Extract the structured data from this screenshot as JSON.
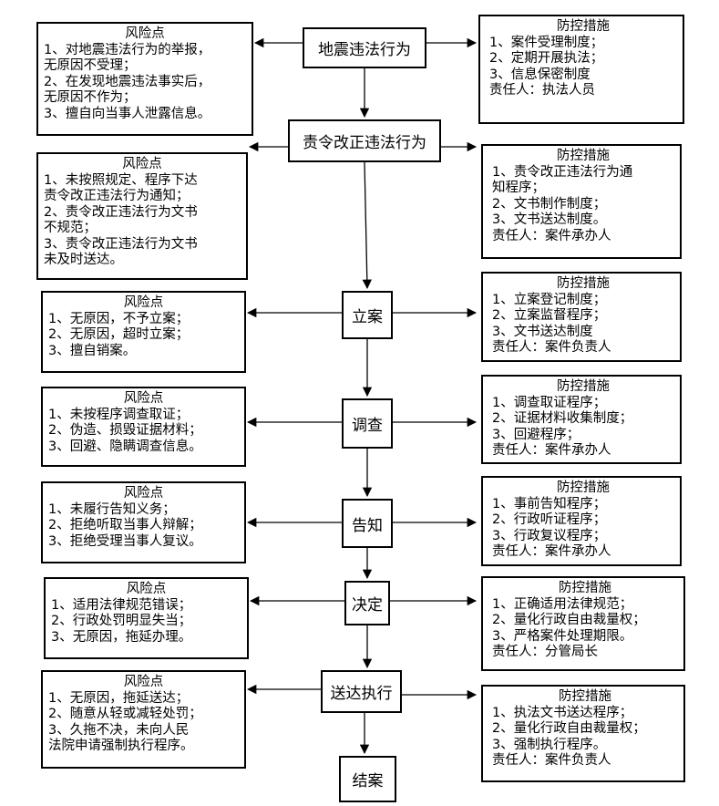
{
  "steps": [
    {
      "label": "地震违法行为"
    },
    {
      "label": "责令改正违法行为"
    },
    {
      "label": "立案"
    },
    {
      "label": "调查"
    },
    {
      "label": "告知"
    },
    {
      "label": "决定"
    },
    {
      "label": "送达执行"
    },
    {
      "label": "结案"
    }
  ],
  "risks": [
    {
      "title": "风险点",
      "lines": [
        "1、对地震违法行为的举报，",
        "无原因不受理；",
        "2、在发现地震违法事实后，",
        "无原因不作为；",
        "3、擅自向当事人泄露信息。"
      ]
    },
    {
      "title": "风险点",
      "lines": [
        "1、未按照规定、程序下达",
        "责令改正违法行为通知；",
        "2、责令改正违法行为文书",
        "不规范；",
        "3、责令改正违法行为文书",
        "未及时送达。"
      ]
    },
    {
      "title": "风险点",
      "lines": [
        "1、无原因，不予立案；",
        "2、无原因，超时立案；",
        "3、擅自销案。"
      ]
    },
    {
      "title": "风险点",
      "lines": [
        "1、未按程序调查取证；",
        "2、伪造、损毁证据材料；",
        "3、回避、隐瞒调查信息。"
      ]
    },
    {
      "title": "风险点",
      "lines": [
        "1、未履行告知义务；",
        "2、拒绝听取当事人辩解；",
        "3、拒绝受理当事人复议。"
      ]
    },
    {
      "title": "风险点",
      "lines": [
        "1、适用法律规范错误；",
        "2、行政处罚明显失当；",
        "3、无原因，拖延办理。"
      ]
    },
    {
      "title": "风险点",
      "lines": [
        "1、无原因，拖延送达；",
        "2、随意从轻或减轻处罚；",
        "3、久拖不决，未向人民",
        "法院申请强制执行程序。"
      ]
    }
  ],
  "measures": [
    {
      "title": "防控措施",
      "lines": [
        "1、案件受理制度；",
        "2、定期开展执法；",
        "3、信息保密制度",
        "责任人：执法人员"
      ]
    },
    {
      "title": "防控措施",
      "lines": [
        "1、责令改正违法行为通",
        "知程序；",
        "2、文书制作制度；",
        "3、文书送达制度。",
        "责任人：案件承办人"
      ]
    },
    {
      "title": "防控措施",
      "lines": [
        "1、立案登记制度；",
        "2、立案监督程序；",
        "3、文书送达制度",
        "责任人：案件负责人"
      ]
    },
    {
      "title": "防控措施",
      "lines": [
        "1、调查取证程序；",
        "2、证据材料收集制度；",
        "3、回避程序；",
        "责任人：案件承办人"
      ]
    },
    {
      "title": "防控措施",
      "lines": [
        "1、事前告知程序；",
        "2、行政听证程序；",
        "3、行政复议程序；",
        "责任人：案件承办人"
      ]
    },
    {
      "title": "防控措施",
      "lines": [
        "1、正确适用法律规范；",
        "2、量化行政自由裁量权；",
        "3、严格案件处理期限。",
        "责任人：分管局长"
      ]
    },
    {
      "title": "防控措施",
      "lines": [
        "1、执法文书送达程序；",
        "2、量化行政自由裁量权；",
        "3、强制执行程序。",
        "责任人：案件负责人"
      ]
    }
  ]
}
